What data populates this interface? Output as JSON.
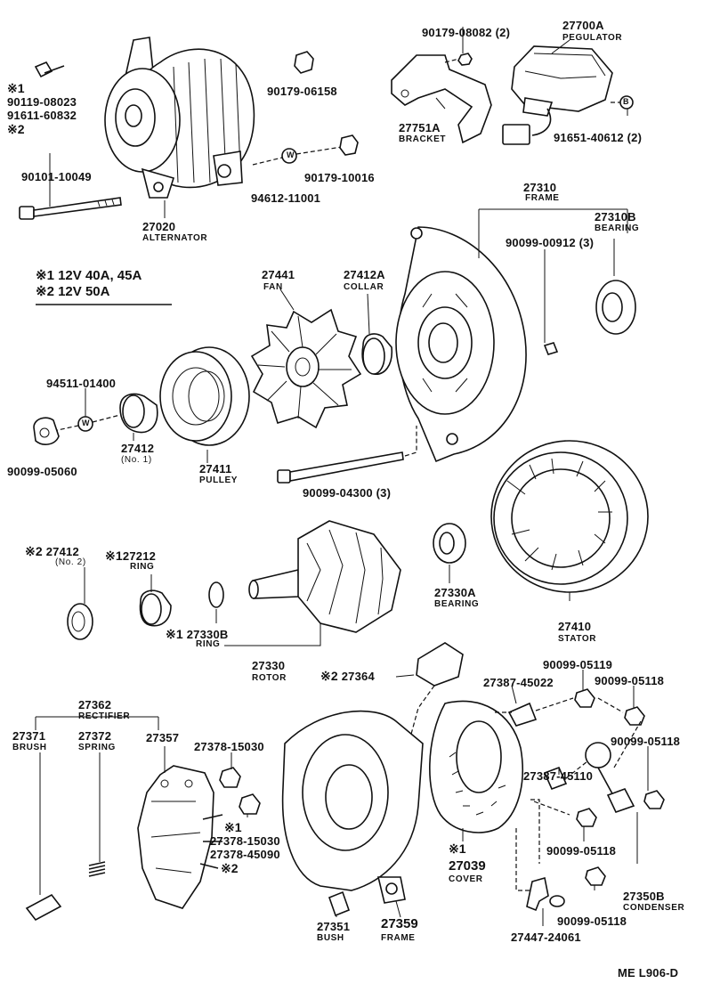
{
  "legend": {
    "note1_mark": "※1",
    "note1_text": "12V  40A, 45A",
    "note2_mark": "※2",
    "note2_text": "12V  50A"
  },
  "footer": {
    "code": "ME L906-D"
  },
  "parts": {
    "p90119": "90119-08023",
    "p91611": "91611-60832",
    "p90101": "90101-10049",
    "p27020": "27020",
    "p27020_name": "ALTERNATOR",
    "p90179_06158": "90179-06158",
    "p94612": "94612-11001",
    "p90179_10016": "90179-10016",
    "p90179_08082": "90179-08082 (2)",
    "p27700A": "27700A",
    "p27700A_name": "PEGULATOR",
    "p27751A": "27751A",
    "p27751A_name": "BRACKET",
    "p91651": "91651-40612 (2)",
    "p27310": "27310",
    "p27310_name": "FRAME",
    "p27310B": "27310B",
    "p27310B_name": "BEARING",
    "p90099_00912": "90099-00912 (3)",
    "p27441": "27441",
    "p27441_name": "FAN",
    "p27412A": "27412A",
    "p27412A_name": "COLLAR",
    "p94511": "94511-01400",
    "p27412": "27412",
    "p27412_name": "(No. 1)",
    "p27411": "27411",
    "p27411_name": "PULLEY",
    "p90099_05060": "90099-05060",
    "p90099_04300": "90099-04300 (3)",
    "p27412_2": "27412",
    "p27412_2_name": "(No. 2)",
    "p27212": "27212",
    "p27212_name": "RING",
    "p27330B": "27330B",
    "p27330B_name": "RING",
    "p27330": "27330",
    "p27330_name": "ROTOR",
    "p27330A": "27330A",
    "p27330A_name": "BEARING",
    "p27410": "27410",
    "p27410_name": "STATOR",
    "p27364": "27364",
    "p27387_45022": "27387-45022",
    "p90099_05119": "90099-05119",
    "p90099_05118_a": "90099-05118",
    "p90099_05118_b": "90099-05118",
    "p90099_05118_c": "90099-05118",
    "p90099_05118_d": "90099-05118",
    "p27362": "27362",
    "p27362_name": "RECTIFIER",
    "p27371": "27371",
    "p27371_name": "BRUSH",
    "p27372": "27372",
    "p27372_name": "SPRING",
    "p27357": "27357",
    "p27378_15030_a": "27378-15030",
    "p27378_15030_b": "27378-15030",
    "p27378_45090": "27378-45090",
    "p27387_45110": "27387-45110",
    "p27039": "27039",
    "p27039_name": "COVER",
    "p27350B": "27350B",
    "p27350B_name": "CONDENSER",
    "p27351": "27351",
    "p27351_name": "BUSH",
    "p27359": "27359",
    "p27359_name": "FRAME",
    "p27447": "27447-24061"
  }
}
